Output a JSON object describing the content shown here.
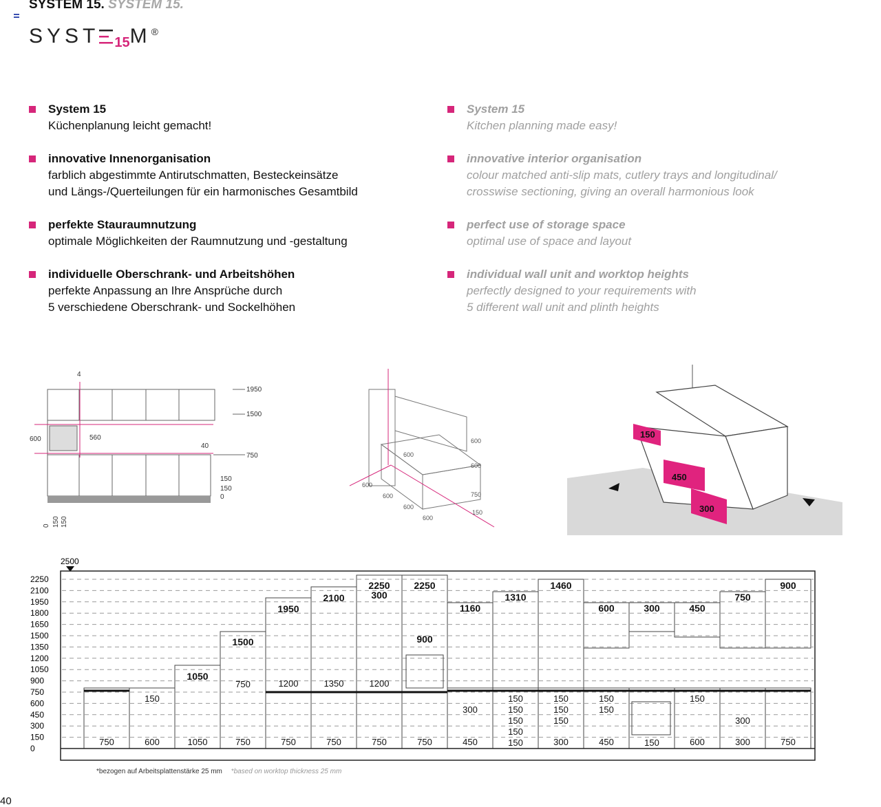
{
  "header": {
    "title_de": "SYSTEM 15.",
    "title_en": "SYSTEM 15."
  },
  "logo": {
    "part1": "SYST",
    "number": "15",
    "part2": "M",
    "reg": "®"
  },
  "features_de": [
    {
      "title": "System 15",
      "desc": "Küchenplanung leicht gemacht!"
    },
    {
      "title": "innovative Innenorganisation",
      "desc": "farblich abgestimmte Antirutschmatten, Besteckeinsätze\nund Längs-/Querteilungen für ein harmonisches Gesamtbild"
    },
    {
      "title": "perfekte Stauraumnutzung",
      "desc": "optimale Möglichkeiten der Raumnutzung und -gestaltung"
    },
    {
      "title": "individuelle Oberschrank- und Arbeitshöhen",
      "desc": "perfekte Anpassung an Ihre Ansprüche durch\n5 verschiedene Oberschrank- und Sockelhöhen"
    }
  ],
  "features_en": [
    {
      "title": "System 15",
      "desc": "Kitchen planning made easy!"
    },
    {
      "title": "innovative interior organisation",
      "desc": "colour matched anti-slip mats, cutlery trays and longitudinal/\ncrosswise sectioning, giving an overall harmonious look"
    },
    {
      "title": "perfect use of storage space",
      "desc": "optimal use of space and layout"
    },
    {
      "title": "individual wall unit and worktop heights",
      "desc": "perfectly designed to your requirements with\n5 different wall unit and plinth heights"
    }
  ],
  "front_view": {
    "labels": [
      "4",
      "600",
      "560",
      "40",
      "1950",
      "1500",
      "750",
      "150",
      "150",
      "0"
    ],
    "bottom_labels": [
      "0",
      "150",
      "150"
    ]
  },
  "iso_view": {
    "labels": [
      "600",
      "600",
      "750",
      "150",
      "600",
      "600",
      "600",
      "600",
      "600"
    ]
  },
  "drawer_view": {
    "labels": [
      "150",
      "450",
      "300"
    ]
  },
  "chart": {
    "top_label": "2500",
    "y_ticks": [
      "2250",
      "2100",
      "1950",
      "1800",
      "1650",
      "1500",
      "1350",
      "1200",
      "1050",
      "900",
      "750",
      "600",
      "450",
      "300",
      "150",
      "0"
    ],
    "top_labels": [
      "1050",
      "1500",
      "1950",
      "2100",
      "2250",
      "300",
      "2250",
      "900",
      "1160",
      "1310",
      "1460",
      "600",
      "300",
      "450",
      "750",
      "900"
    ],
    "mid_labels": [
      "150",
      "750",
      "1200",
      "1350",
      "1200",
      "300",
      "150",
      "150",
      "150",
      "150",
      "150",
      "150",
      "150",
      "150",
      "150",
      "150",
      "300"
    ],
    "bottom_labels": [
      "750",
      "600",
      "1050",
      "750",
      "750",
      "750",
      "750",
      "750",
      "450",
      "150",
      "300",
      "450",
      "150",
      "600",
      "300",
      "750"
    ]
  },
  "footnote_de": "*bezogen auf Arbeitsplattenstärke 25 mm",
  "footnote_en": "*based on worktop thickness 25 mm",
  "page_number": "40"
}
